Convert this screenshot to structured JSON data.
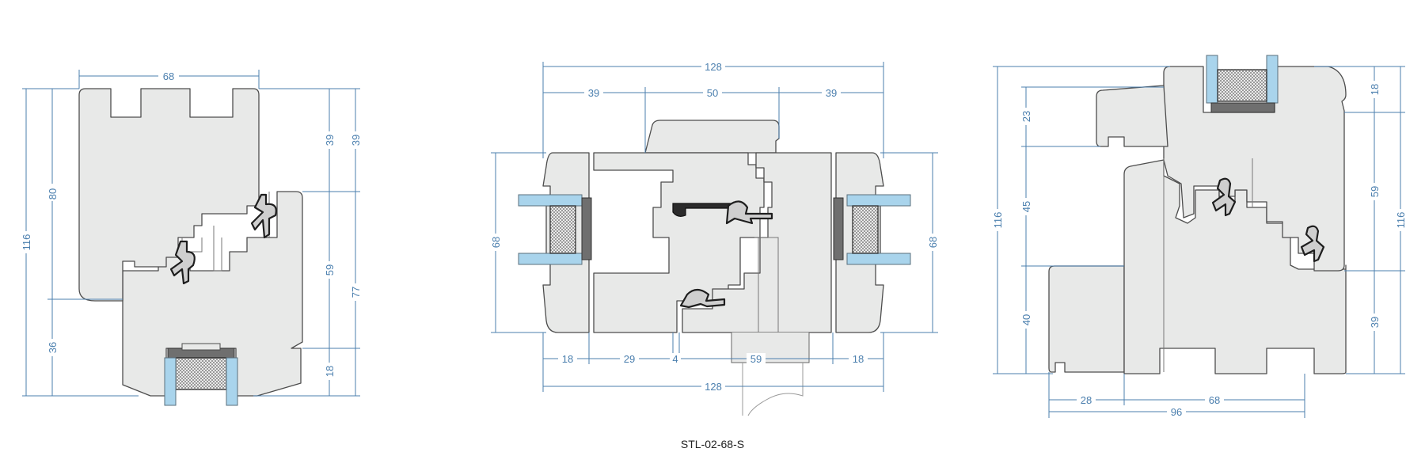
{
  "drawing_code": "STL-02-68-S",
  "dimensions": {
    "left": {
      "top_width": "68",
      "overall_height": "116",
      "sash_height": "80",
      "lower_height": "36",
      "right_top_a": "39",
      "right_top_b": "39",
      "right_mid": "59",
      "right_bottom": "18",
      "right_lower": "77"
    },
    "middle": {
      "overall_top": "128",
      "top_left": "39",
      "top_center": "50",
      "top_right": "39",
      "left_height": "68",
      "right_height": "68",
      "bottom_a": "18",
      "bottom_b": "29",
      "bottom_c": "4",
      "bottom_d": "59",
      "bottom_e": "18",
      "overall_bottom": "128"
    },
    "right": {
      "overall_height_left": "116",
      "seg_23": "23",
      "seg_45": "45",
      "seg_40": "40",
      "right_18": "18",
      "right_59": "59",
      "right_39": "39",
      "overall_height_right": "116",
      "bottom_28": "28",
      "bottom_68": "68",
      "bottom_96": "96"
    }
  }
}
